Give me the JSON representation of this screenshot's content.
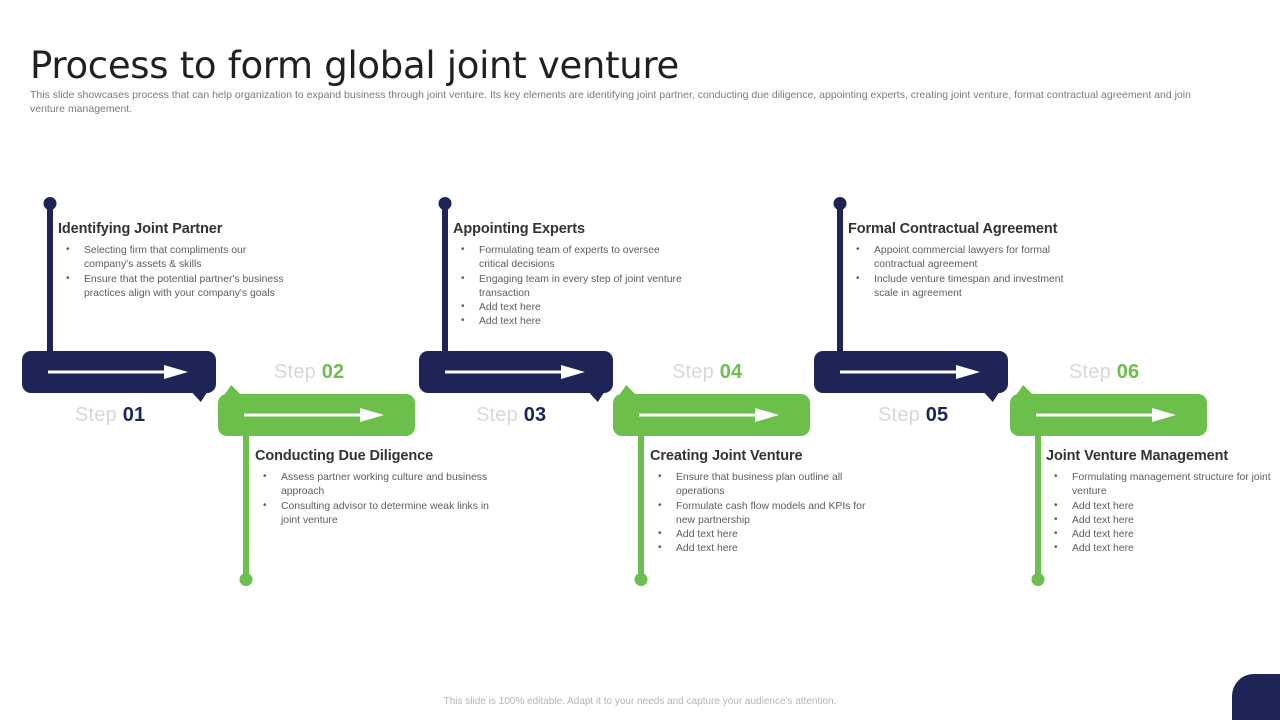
{
  "header": {
    "title": "Process to form global joint venture",
    "subtitle": "This slide showcases process that can help organization to expand business through joint venture. Its key elements are identifying joint partner, conducting due diligence, appointing experts, creating joint venture, format contractual agreement and join venture management."
  },
  "colors": {
    "navy": "#1F2456",
    "green": "#6CBF4B",
    "step_word": "#D8D8D8",
    "heading": "#333333",
    "body": "#5D5D5D",
    "subtitle": "#7B7B7B"
  },
  "step_word": "Step",
  "steps": [
    {
      "number": "01",
      "accent": "navy",
      "position": "top",
      "heading": "Identifying Joint Partner",
      "bullets": [
        "Selecting firm that compliments our company's assets & skills",
        "Ensure that the potential partner's business practices align with your company's goals"
      ]
    },
    {
      "number": "02",
      "accent": "green",
      "position": "bottom",
      "heading": "Conducting Due Diligence",
      "bullets": [
        "Assess partner working culture and business approach",
        "Consulting advisor to determine weak links in joint venture"
      ]
    },
    {
      "number": "03",
      "accent": "navy",
      "position": "top",
      "heading": "Appointing Experts",
      "bullets": [
        "Formulating team of experts to oversee critical decisions",
        "Engaging team in every step of joint venture transaction",
        "Add text here",
        "Add text here"
      ]
    },
    {
      "number": "04",
      "accent": "green",
      "position": "bottom",
      "heading": "Creating Joint Venture",
      "bullets": [
        "Ensure that business plan outline all operations",
        "Formulate cash flow models and KPIs for new partnership",
        "Add text here",
        "Add text here"
      ]
    },
    {
      "number": "05",
      "accent": "navy",
      "position": "top",
      "heading": "Formal Contractual Agreement",
      "bullets": [
        "Appoint commercial lawyers for formal contractual agreement",
        "Include venture timespan and investment scale in agreement"
      ]
    },
    {
      "number": "06",
      "accent": "green",
      "position": "bottom",
      "heading": "Joint Venture Management",
      "bullets": [
        "Formulating management structure for joint venture",
        "Add text here",
        "Add text here",
        "Add text here",
        "Add text here"
      ]
    }
  ],
  "footer": {
    "note": "This slide is 100% editable. Adapt it to your needs and capture your audience's attention."
  }
}
